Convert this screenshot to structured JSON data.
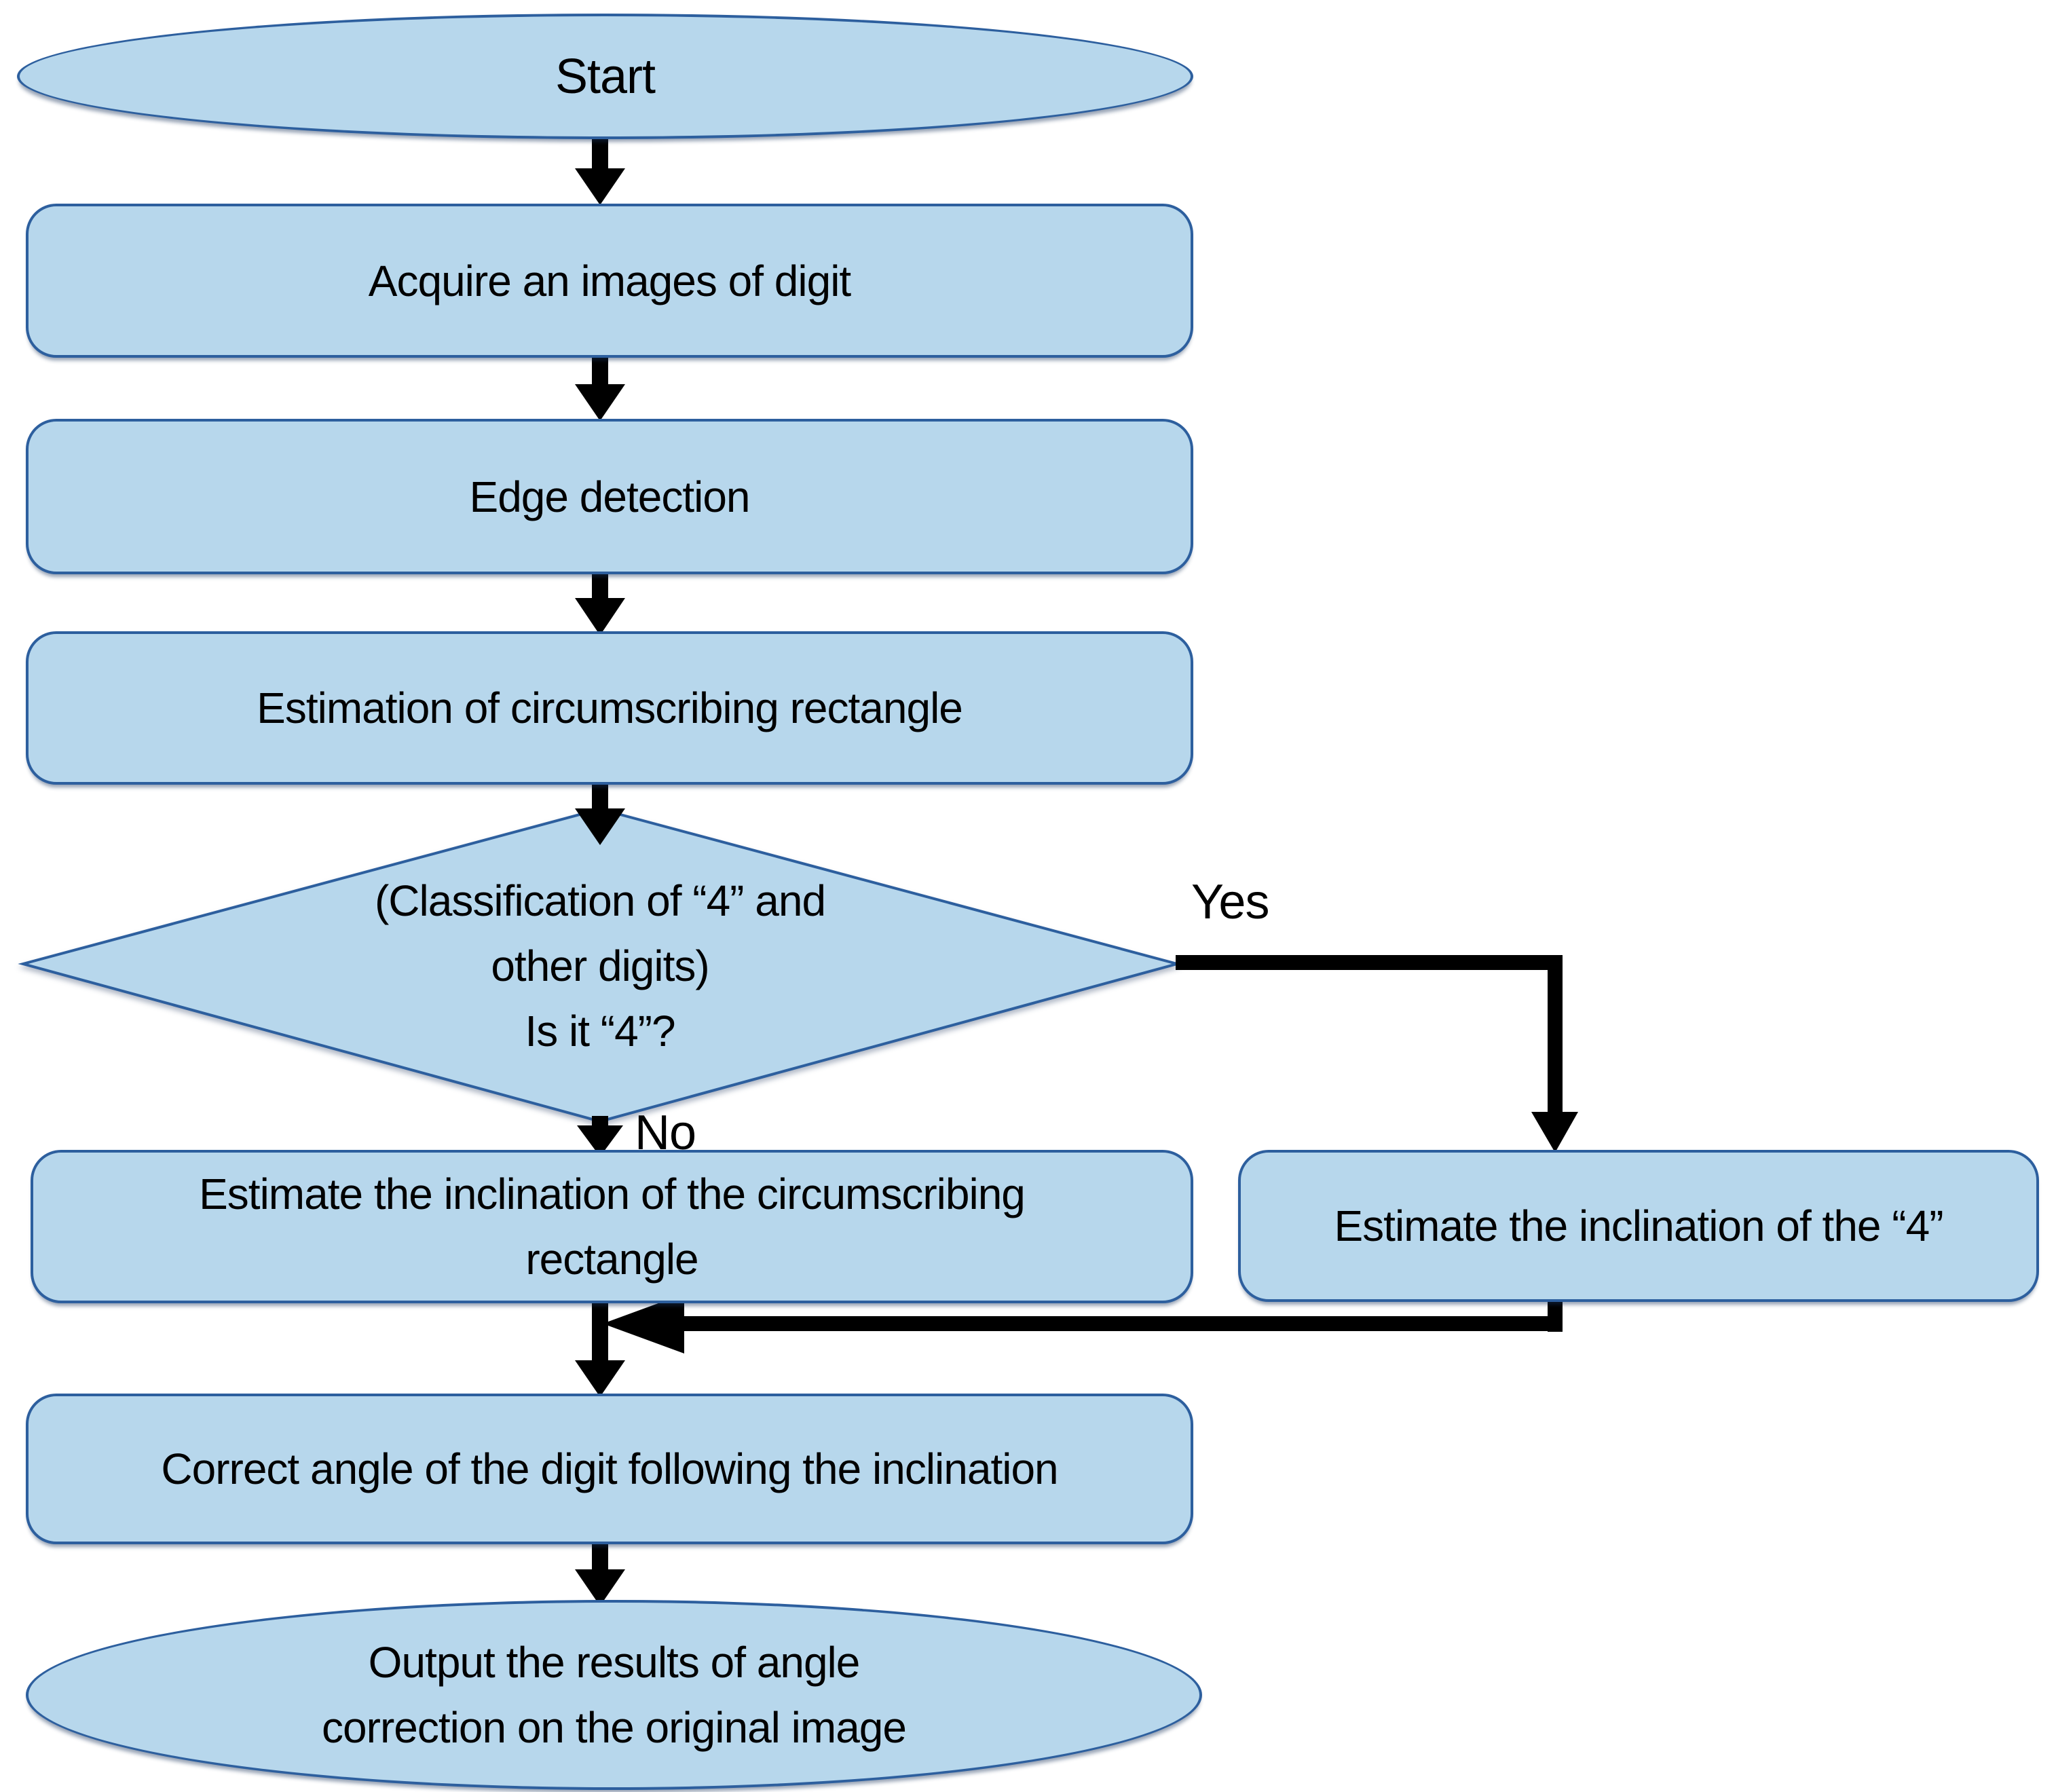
{
  "colors": {
    "node_fill": "#B7D7EC",
    "node_border": "#2D5F9E",
    "connector": "#000000",
    "text": "#000000"
  },
  "nodes": {
    "start": {
      "label": "Start"
    },
    "acquire": {
      "label": "Acquire an images of digit"
    },
    "edge_detection": {
      "label": "Edge detection"
    },
    "estimation": {
      "label": "Estimation of circumscribing rectangle"
    },
    "decision": {
      "lines": [
        "(Classification of “4” and",
        "other digits)",
        "Is it “4”?"
      ]
    },
    "estimate_rectangle": {
      "lines": [
        "Estimate the inclination of the circumscribing",
        "rectangle"
      ]
    },
    "estimate_four": {
      "label": "Estimate the inclination of the “4”"
    },
    "correct_angle": {
      "label": "Correct angle of the digit following the inclination"
    },
    "output": {
      "lines": [
        "Output the results of angle",
        "correction on the original image"
      ]
    }
  },
  "edge_labels": {
    "yes": "Yes",
    "no": "No"
  }
}
